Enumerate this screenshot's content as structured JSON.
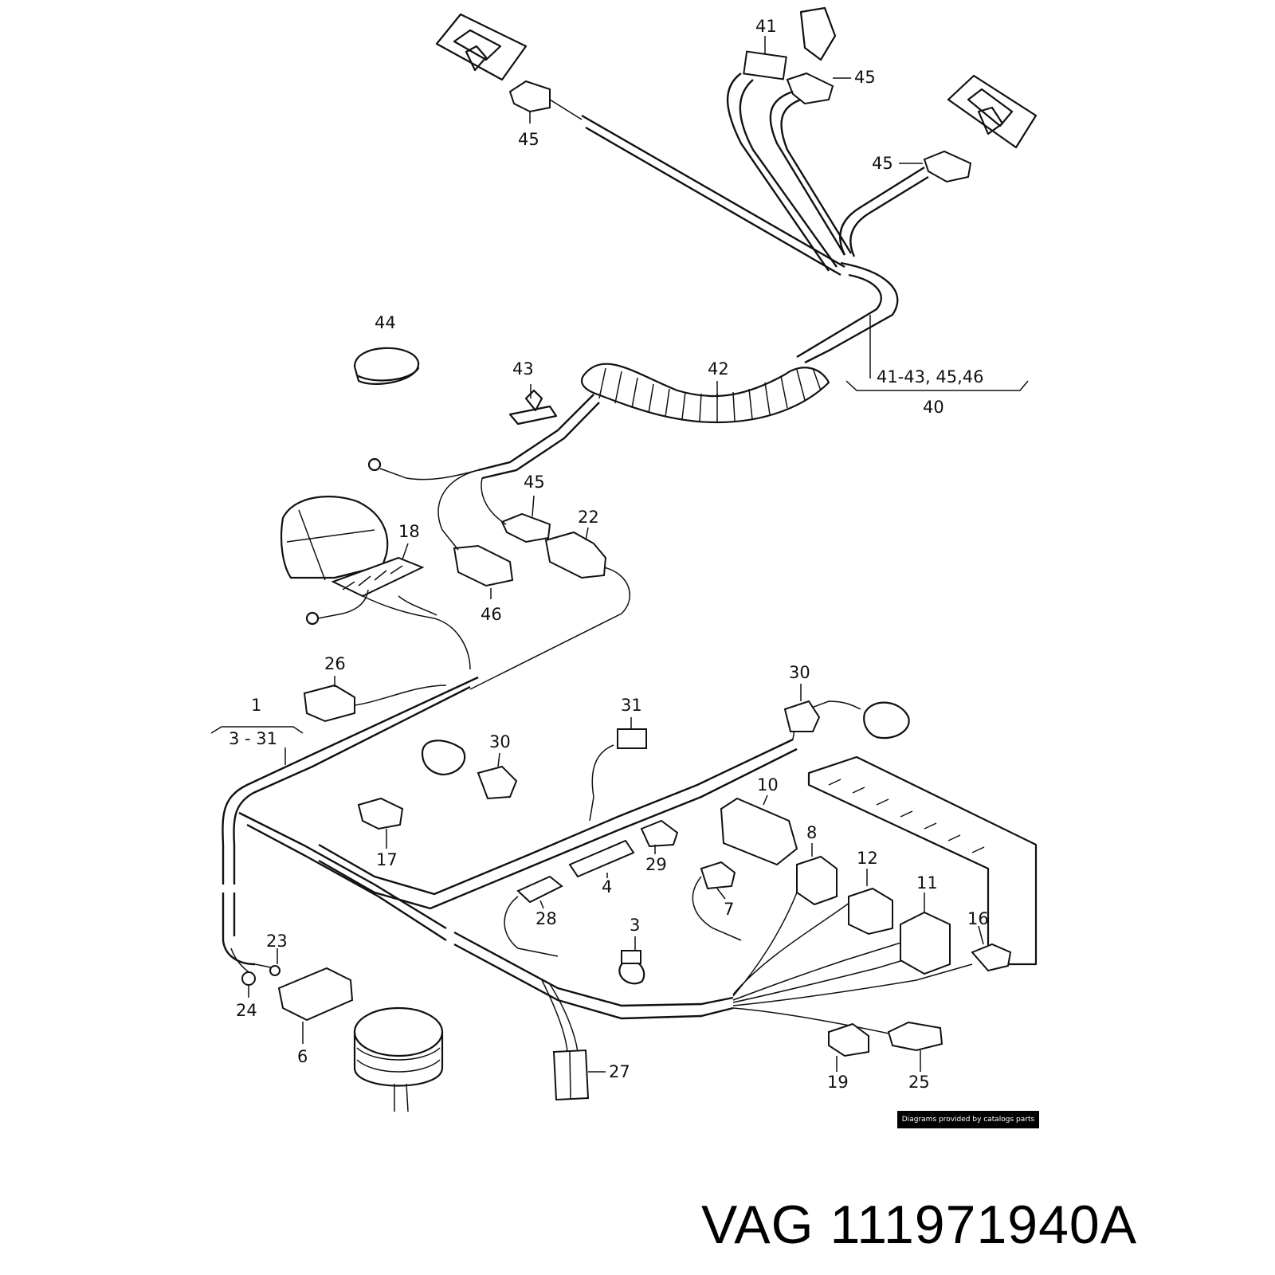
{
  "diagram": {
    "callouts": {
      "c41": "41",
      "c45_top": "45",
      "c45_topleft": "45",
      "c45_right": "45",
      "c44": "44",
      "c43": "43",
      "c42": "42",
      "c41_43_45_46": "41-43, 45,46",
      "c40": "40",
      "c45_mid": "45",
      "c22": "22",
      "c18": "18",
      "c46": "46",
      "c26": "26",
      "c1": "1",
      "c3_31": "3 - 31",
      "c31": "31",
      "c30_left": "30",
      "c30_right": "30",
      "c10": "10",
      "c8": "8",
      "c12": "12",
      "c11": "11",
      "c17": "17",
      "c29": "29",
      "c4": "4",
      "c7": "7",
      "c28": "28",
      "c3": "3",
      "c16": "16",
      "c23": "23",
      "c24": "24",
      "c6": "6",
      "c27": "27",
      "c19": "19",
      "c25": "25"
    }
  },
  "watermark": "Diagrams provided by catalogs parts",
  "title": "VAG 111971940A"
}
